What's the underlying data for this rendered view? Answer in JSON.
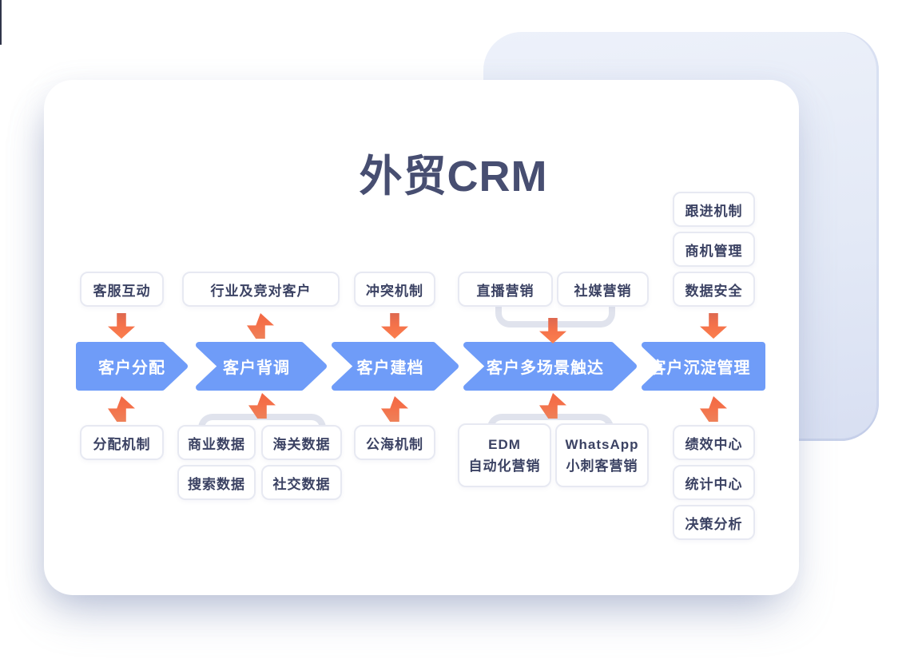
{
  "title": "外贸CRM",
  "colors": {
    "stage_blue": "#6f9cf8",
    "arrow_orange": "#f4714a",
    "title_navy": "#474e71",
    "node_text": "#3b4263",
    "node_border": "#e7e9f2",
    "bracket_gray": "#e0e3ed",
    "backdrop_lavender": "#e3e9f6"
  },
  "stages": [
    "客户分配",
    "客户背调",
    "客户建档",
    "客户多场景触达",
    "客户沉淀管理"
  ],
  "nodes": {
    "service_interaction": "客服互动",
    "industry_competitor": "行业及竞对客户",
    "conflict_mechanism": "冲突机制",
    "live_marketing": "直播营销",
    "social_media_marketing": "社媒营销",
    "follow_up_mechanism": "跟进机制",
    "opportunity_management": "商机管理",
    "data_security": "数据安全",
    "allocation_mechanism": "分配机制",
    "business_data": "商业数据",
    "customs_data": "海关数据",
    "search_data": "搜索数据",
    "social_data": "社交数据",
    "public_pool_mechanism": "公海机制",
    "edm_line1": "EDM",
    "edm_line2": "自动化营销",
    "whatsapp_line1": "WhatsApp",
    "whatsapp_line2": "小刺客营销",
    "performance_center": "绩效中心",
    "statistics_center": "统计中心",
    "decision_analysis": "决策分析"
  }
}
